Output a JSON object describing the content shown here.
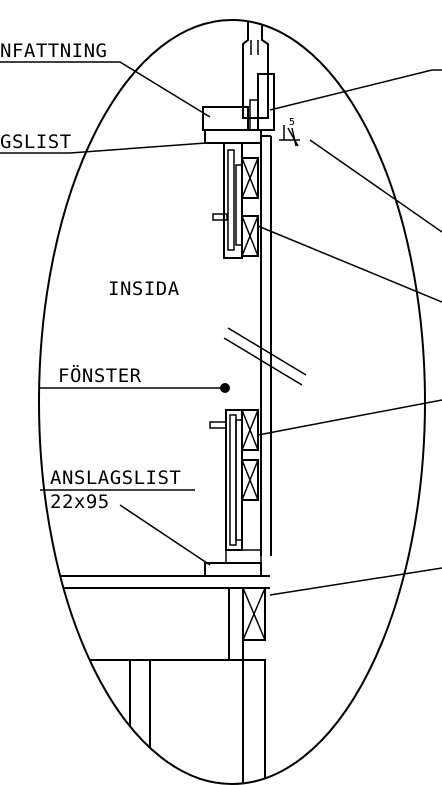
{
  "labels": {
    "infattning": "NFATTNING",
    "anslagslist_top": "GSLIST",
    "insida": "INSIDA",
    "fonster": "FÖNSTER",
    "anslagslist": "ANSLAGSLIST",
    "dimension": "22x95",
    "small_dim": "5"
  },
  "colors": {
    "line": "#000000",
    "background": "#ffffff"
  }
}
